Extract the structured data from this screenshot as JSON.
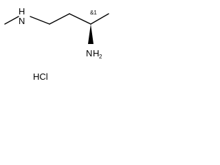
{
  "molecule": {
    "atoms": {
      "amine_nh": "H",
      "amine_n": "N",
      "stereo_label": "&1",
      "amino_n": "N",
      "amino_h2": "H",
      "amino_subscript": "2"
    },
    "salt": "HCl"
  }
}
